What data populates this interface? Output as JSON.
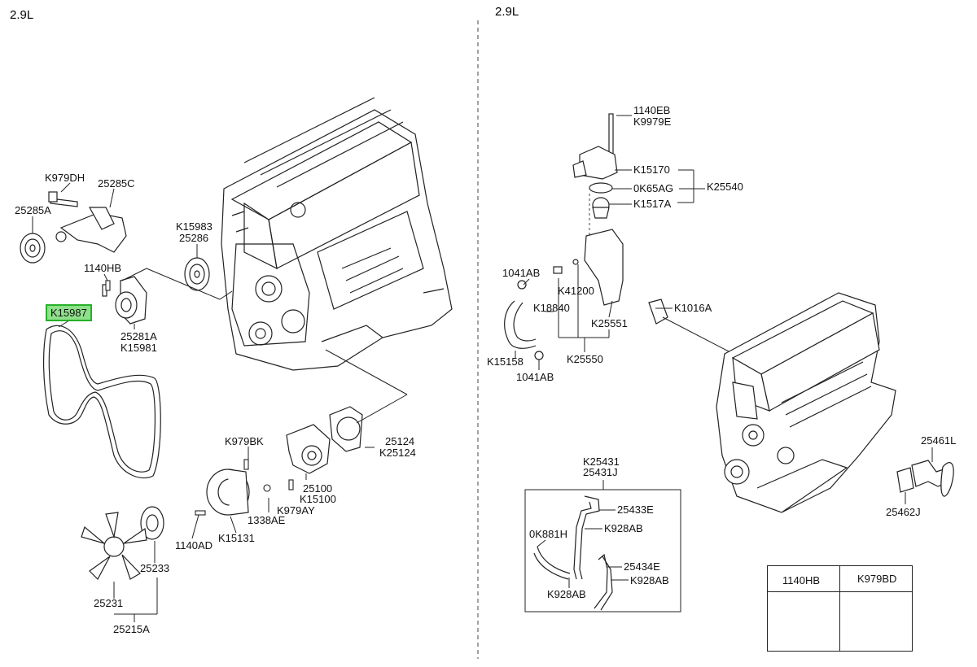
{
  "left_section": {
    "title": "2.9L",
    "labels": {
      "k979dh": "K979DH",
      "p25285c": "25285C",
      "p25285a": "25285A",
      "k15983": "K15983",
      "p25286": "25286",
      "p1140hb": "1140HB",
      "k15987": "K15987",
      "p25281a": "25281A",
      "k15981": "K15981",
      "k979bk": "K979BK",
      "p25124": "25124",
      "k25124": "K25124",
      "p25100": "25100",
      "k15100": "K15100",
      "k979ay": "K979AY",
      "p1338ae": "1338AE",
      "k15131": "K15131",
      "p1140ad": "1140AD",
      "p25233": "25233",
      "p25231": "25231",
      "p25215a": "25215A"
    }
  },
  "right_section": {
    "title": "2.9L",
    "labels": {
      "p1140eb": "1140EB",
      "k9979e": "K9979E",
      "k15170": "K15170",
      "ok65ag": "0K65AG",
      "k1517a": "K1517A",
      "k25540": "K25540",
      "p1041ab_top": "1041AB",
      "k41200": "K41200",
      "k18840": "K18840",
      "k1016a": "K1016A",
      "k25551": "K25551",
      "k15158": "K15158",
      "k25550": "K25550",
      "p1041ab_bottom": "1041AB",
      "k25431": "K25431",
      "p25431j": "25431J",
      "p25433e": "25433E",
      "ok881h": "0K881H",
      "k928ab_1": "K928AB",
      "p25434e": "25434E",
      "k928ab_2": "K928AB",
      "k928ab_3": "K928AB",
      "p25461l": "25461L",
      "p25462j": "25462J"
    }
  },
  "parts_table": {
    "columns": [
      "1140HB",
      "K979BD"
    ]
  },
  "highlighted_part": "K15987",
  "colors": {
    "highlight_fill": "#8ee08a",
    "highlight_border": "#27b027",
    "line": "#222222"
  }
}
